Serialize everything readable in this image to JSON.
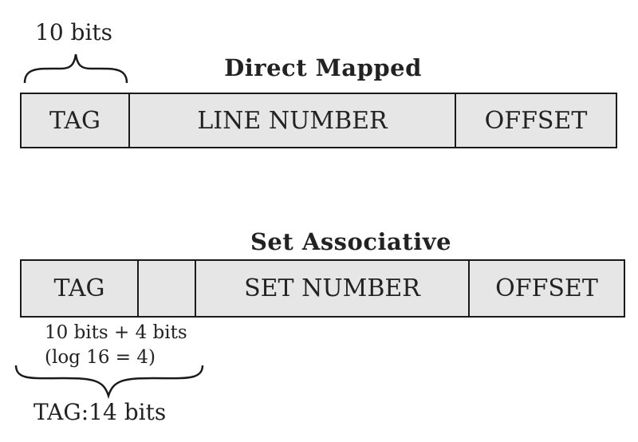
{
  "direct_mapped": {
    "title": "Direct Mapped",
    "brace_label": "10 bits",
    "fields": {
      "tag": "TAG",
      "line_number": "LINE NUMBER",
      "offset": "OFFSET"
    }
  },
  "set_associative": {
    "title": "Set Associative",
    "fields": {
      "tag": "TAG",
      "extra": "",
      "set_number": "SET NUMBER",
      "offset": "OFFSET"
    },
    "note_line1": "10 bits + 4 bits",
    "note_line2": "(log 16 = 4)",
    "brace_label": "TAG:14 bits"
  },
  "colors": {
    "field_fill": "#e6e6e6",
    "stroke": "#1a1a1a",
    "text": "#222222"
  }
}
